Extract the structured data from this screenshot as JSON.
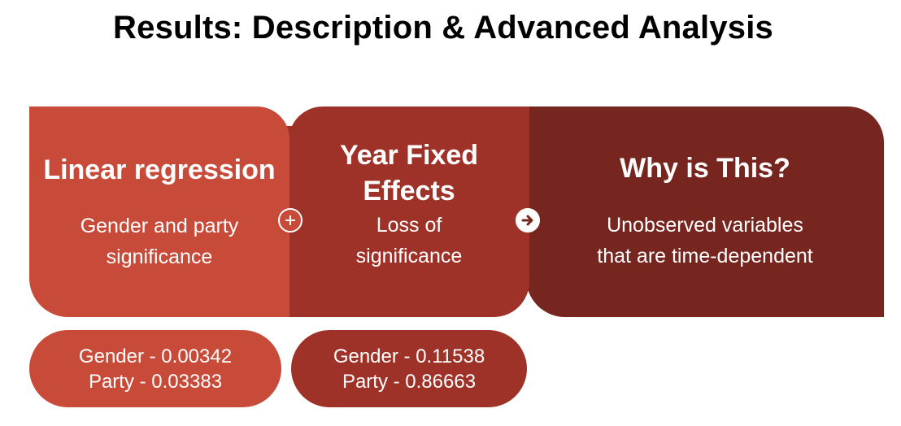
{
  "title": "Results: Description & Advanced Analysis",
  "colors": {
    "card_1": "#c84a38",
    "card_2": "#9f3228",
    "card_3": "#76261e",
    "text": "#ffffff"
  },
  "cards": [
    {
      "heading": [
        "Linear regression"
      ],
      "body": [
        "Gender and party",
        "significance"
      ]
    },
    {
      "heading": [
        "Year Fixed",
        "Effects"
      ],
      "body": [
        "Loss of",
        "significance"
      ]
    },
    {
      "heading": [
        "Why is This?"
      ],
      "body": [
        "Unobserved variables",
        "that are time-dependent"
      ]
    }
  ],
  "connectors": {
    "first": "plus-icon",
    "second": "arrow-right-icon"
  },
  "pills": [
    {
      "gender": "Gender -  0.00342",
      "party": "Party - 0.03383"
    },
    {
      "gender": "Gender - 0.11538",
      "party": "Party - 0.86663"
    }
  ]
}
